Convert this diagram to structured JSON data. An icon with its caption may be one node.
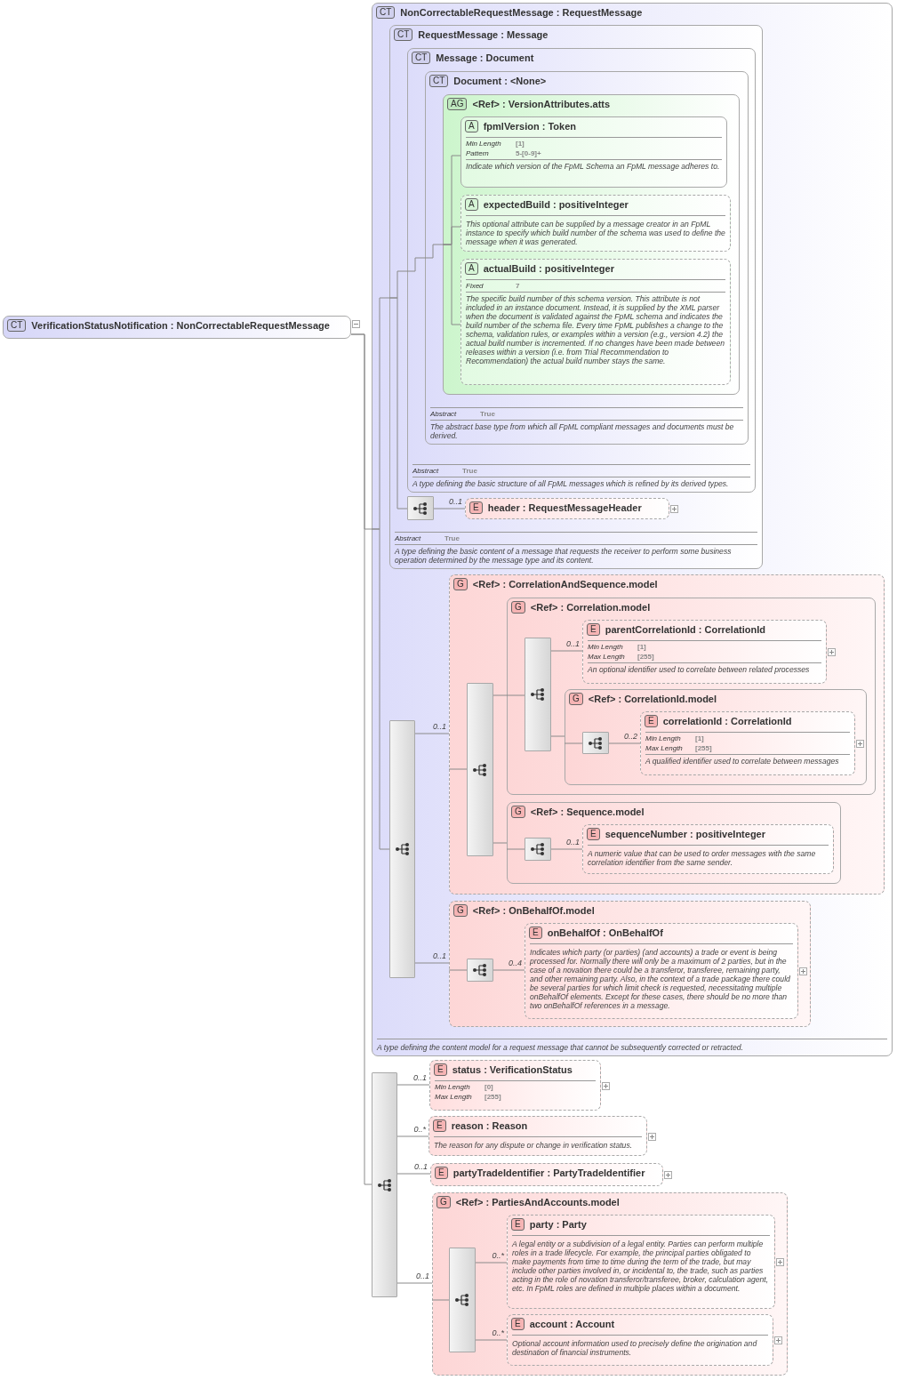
{
  "diagram": {
    "nodes": [
      {
        "text": [
          "CT",
          "VerificationStatusNotification : NonCorrectableRequestMessage"
        ]
      },
      {
        "text": [
          "CT",
          "NonCorrectableRequestMessage : RequestMessage",
          "A type defining the content model for a request message that cannot be subsequently corrected or retracted."
        ]
      },
      {
        "text": [
          "CT",
          "RequestMessage : Message",
          "Abstract",
          "True",
          "A type defining the basic content of a message that requests the receiver to perform some business operation determined by the message type and its content."
        ],
        "in": 1
      },
      {
        "text": [
          "CT",
          "Message : Document",
          "Abstract",
          "True",
          "A type defining the basic structure of all FpML messages which is refined by its derived types."
        ],
        "in": 2
      },
      {
        "text": [
          "CT",
          "Document : <None>",
          "Abstract",
          "True",
          "The abstract base type from which all FpML compliant messages and documents must be derived."
        ],
        "in": 3
      },
      {
        "text": [
          "AG",
          "<Ref> : VersionAttributes.atts"
        ],
        "in": 4
      },
      {
        "text": [
          "A",
          "fpmlVersion : Token",
          "Min Length",
          "[1]",
          "Pattern",
          "5-[0-9]+",
          "Indicate which version of the FpML Schema an FpML message adheres to."
        ],
        "in": 5
      },
      {
        "text": [
          "A",
          "expectedBuild : positiveInteger",
          "This optional attribute can be supplied by a message creator in an FpML instance to specify which build number of the schema was used to define the message when it was generated."
        ],
        "in": 5
      },
      {
        "text": [
          "A",
          "actualBuild : positiveInteger",
          "Fixed",
          "7",
          "The specific build number of this schema version. This attribute is not included in an instance document. Instead, it is supplied by the XML parser when the document is validated against the FpML schema and indicates the build number of the schema file. Every time FpML publishes a change to the schema, validation rules, or examples within a version (e.g., version 4.2) the actual build number is incremented. If no changes have been made between releases within a version (i.e. from Trial Recommendation to Recommendation) the actual build number stays the same."
        ],
        "in": 5
      },
      {
        "text": [],
        "shape": "box",
        "in": 2
      },
      {
        "text": [
          "E",
          "header : RequestMessageHeader"
        ],
        "in": 2
      },
      {
        "text": [],
        "shape": "box",
        "in": 1
      },
      {
        "text": [
          "G",
          "<Ref> : CorrelationAndSequence.model"
        ],
        "in": 1
      },
      {
        "text": [],
        "shape": "box",
        "in": 12
      },
      {
        "text": [
          "G",
          "<Ref> : Correlation.model"
        ],
        "in": 12
      },
      {
        "text": [],
        "shape": "box",
        "in": 14
      },
      {
        "text": [
          "E",
          "parentCorrelationId : CorrelationId",
          "Min Length",
          "[1]",
          "Max Length",
          "[255]",
          "An optional identifier used to correlate between related processes"
        ],
        "in": 14
      },
      {
        "text": [
          "G",
          "<Ref> : CorrelationId.model"
        ],
        "in": 14
      },
      {
        "text": [],
        "shape": "box",
        "in": 17
      },
      {
        "text": [
          "E",
          "correlationId : CorrelationId",
          "Min Length",
          "[1]",
          "Max Length",
          "[255]",
          "A qualified identifier used to correlate between messages"
        ],
        "in": 17
      },
      {
        "text": [
          "G",
          "<Ref> : Sequence.model"
        ],
        "in": 12
      },
      {
        "text": [],
        "shape": "box",
        "in": 20
      },
      {
        "text": [
          "E",
          "sequenceNumber : positiveInteger",
          "A numeric value that can be used to order messages with the same correlation identifier from the same sender."
        ],
        "in": 20
      },
      {
        "text": [
          "G",
          "<Ref> : OnBehalfOf.model"
        ],
        "in": 1
      },
      {
        "text": [],
        "shape": "box",
        "in": 23
      },
      {
        "text": [
          "E",
          "onBehalfOf : OnBehalfOf",
          "Indicates which party (or parties) (and accounts) a trade or event is being processed for. Normally there will only be a maximum of 2 parties, but in the case of a novation there could be a transferor, transferee, remaining party, and other remaining party. Also, in the context of a trade package there could be several parties for which limit check is requested, necessitating multiple onBehalfOf elements. Except for these cases, there should be no more than two onBehalfOf references in a message."
        ],
        "in": 23
      },
      {
        "text": [],
        "shape": "box"
      },
      {
        "text": [
          "E",
          "status : VerificationStatus",
          "Min Length",
          "[0]",
          "Max Length",
          "[255]"
        ]
      },
      {
        "text": [
          "E",
          "reason : Reason",
          "The reason for any dispute or change in verification status."
        ]
      },
      {
        "text": [
          "E",
          "partyTradeIdentifier : PartyTradeIdentifier"
        ]
      },
      {
        "text": [
          "G",
          "<Ref> : PartiesAndAccounts.model"
        ]
      },
      {
        "text": [],
        "shape": "box",
        "in": 30
      },
      {
        "text": [
          "E",
          "party : Party",
          "A legal entity or a subdivision of a legal entity. Parties can perform multiple roles in a trade lifecycle. For example, the principal parties obligated to make payments from time to time during the term of the trade, but may include other parties involved in, or incidental to, the trade, such as parties acting in the role of novation transferor/transferee, broker, calculation agent, etc. In FpML roles are defined in multiple places within a document."
        ],
        "in": 30
      },
      {
        "text": [
          "E",
          "account : Account",
          "Optional account information used to precisely define the origination and destination of financial instruments."
        ],
        "in": 30
      }
    ],
    "edges": [
      {
        "from": 0,
        "to": 1,
        "arrow": "none"
      },
      {
        "from": 0,
        "to": 26,
        "arrow": "none"
      },
      {
        "from": 1,
        "to": 2,
        "arrow": "none"
      },
      {
        "from": 2,
        "to": 3,
        "arrow": "none"
      },
      {
        "from": 3,
        "to": 4,
        "arrow": "none"
      },
      {
        "from": 4,
        "to": 5,
        "arrow": "none"
      },
      {
        "from": 5,
        "to": 6,
        "arrow": "none"
      },
      {
        "from": 5,
        "to": 7,
        "arrow": "none"
      },
      {
        "from": 5,
        "to": 8,
        "arrow": "none"
      },
      {
        "from": 2,
        "to": 9,
        "arrow": "none"
      },
      {
        "from": 9,
        "to": 10,
        "arrow": "none",
        "label": "0..1"
      },
      {
        "from": 1,
        "to": 11,
        "arrow": "none"
      },
      {
        "from": 11,
        "to": 12,
        "arrow": "none",
        "label": "0..1"
      },
      {
        "from": 12,
        "to": 13,
        "arrow": "none"
      },
      {
        "from": 13,
        "to": 14,
        "arrow": "none"
      },
      {
        "from": 14,
        "to": 15,
        "arrow": "none"
      },
      {
        "from": 15,
        "to": 16,
        "arrow": "none",
        "label": "0..1"
      },
      {
        "from": 15,
        "to": 17,
        "arrow": "none"
      },
      {
        "from": 17,
        "to": 18,
        "arrow": "none"
      },
      {
        "from": 18,
        "to": 19,
        "arrow": "none",
        "label": "0..2"
      },
      {
        "from": 13,
        "to": 20,
        "arrow": "none"
      },
      {
        "from": 20,
        "to": 21,
        "arrow": "none"
      },
      {
        "from": 21,
        "to": 22,
        "arrow": "none",
        "label": "0..1"
      },
      {
        "from": 11,
        "to": 23,
        "arrow": "none",
        "label": "0..1"
      },
      {
        "from": 23,
        "to": 24,
        "arrow": "none"
      },
      {
        "from": 24,
        "to": 25,
        "arrow": "none",
        "label": "0..4"
      },
      {
        "from": 26,
        "to": 27,
        "arrow": "none",
        "label": "0..1"
      },
      {
        "from": 26,
        "to": 28,
        "arrow": "none",
        "label": "0..*"
      },
      {
        "from": 26,
        "to": 29,
        "arrow": "none",
        "label": "0..1"
      },
      {
        "from": 26,
        "to": 30,
        "arrow": "none",
        "label": "0..1"
      },
      {
        "from": 30,
        "to": 31,
        "arrow": "none"
      },
      {
        "from": 31,
        "to": 32,
        "arrow": "none",
        "label": "0..*"
      },
      {
        "from": 31,
        "to": 33,
        "arrow": "none",
        "label": "0..*"
      }
    ]
  }
}
